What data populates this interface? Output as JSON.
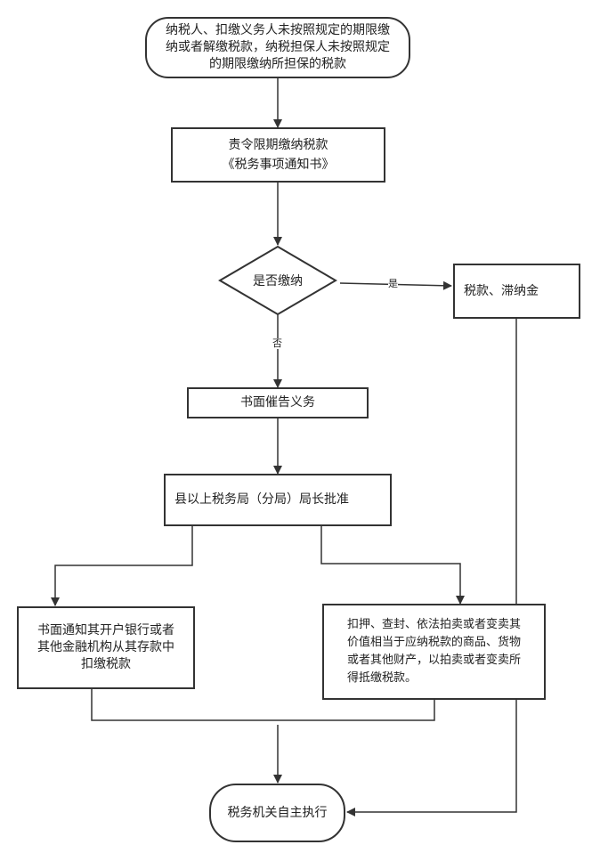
{
  "nodes": {
    "start": {
      "line1": "纳税人、扣缴义务人未按照规定的期限缴",
      "line2": "纳或者解缴税款，纳税担保人未按照规定",
      "line3": "的期限缴纳所担保的税款"
    },
    "order": {
      "line1": "责令限期缴纳税款",
      "line2": "《税务事项通知书》"
    },
    "decision": "是否缴纳",
    "tax": "税款、滞纳金",
    "urge": "书面催告义务",
    "approve": "县以上税务局（分局）局长批准",
    "bank": {
      "line1": "书面通知其开户银行或者",
      "line2": "其他金融机构从其存款中",
      "line3": "扣缴税款"
    },
    "seize": {
      "line1": "扣押、查封、依法拍卖或者变卖其",
      "line2": "价值相当于应纳税款的商品、货物",
      "line3": "或者其他财产，以拍卖或者变卖所",
      "line4": "得抵缴税款。"
    },
    "end": "税务机关自主执行"
  },
  "edges": {
    "yes": "是",
    "no": "否"
  },
  "colors": {
    "stroke": "#333333",
    "text": "#222222"
  }
}
